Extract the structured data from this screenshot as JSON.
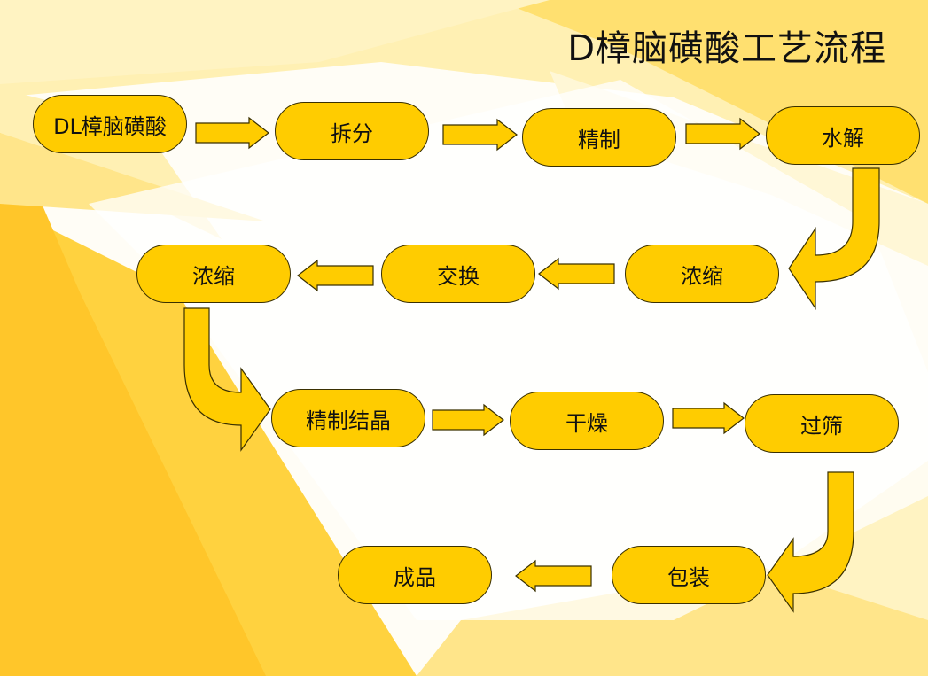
{
  "title": "D樟脑磺酸工艺流程",
  "steps": [
    {
      "id": "dl-camphorsulfonic-acid",
      "label": "DL樟脑磺酸"
    },
    {
      "id": "resolution",
      "label": "拆分"
    },
    {
      "id": "refining",
      "label": "精制"
    },
    {
      "id": "hydrolysis",
      "label": "水解"
    },
    {
      "id": "concentration-1",
      "label": "浓缩"
    },
    {
      "id": "exchange",
      "label": "交换"
    },
    {
      "id": "concentration-2",
      "label": "浓缩"
    },
    {
      "id": "refined-crystallization",
      "label": "精制结晶"
    },
    {
      "id": "drying",
      "label": "干燥"
    },
    {
      "id": "sieving",
      "label": "过筛"
    },
    {
      "id": "packaging",
      "label": "包装"
    },
    {
      "id": "finished-product",
      "label": "成品"
    }
  ],
  "colors": {
    "node_fill": "#ffcc00",
    "node_border": "#3a3000",
    "arrow_fill": "#ffcc00",
    "background_accent": "#ffd23f"
  }
}
